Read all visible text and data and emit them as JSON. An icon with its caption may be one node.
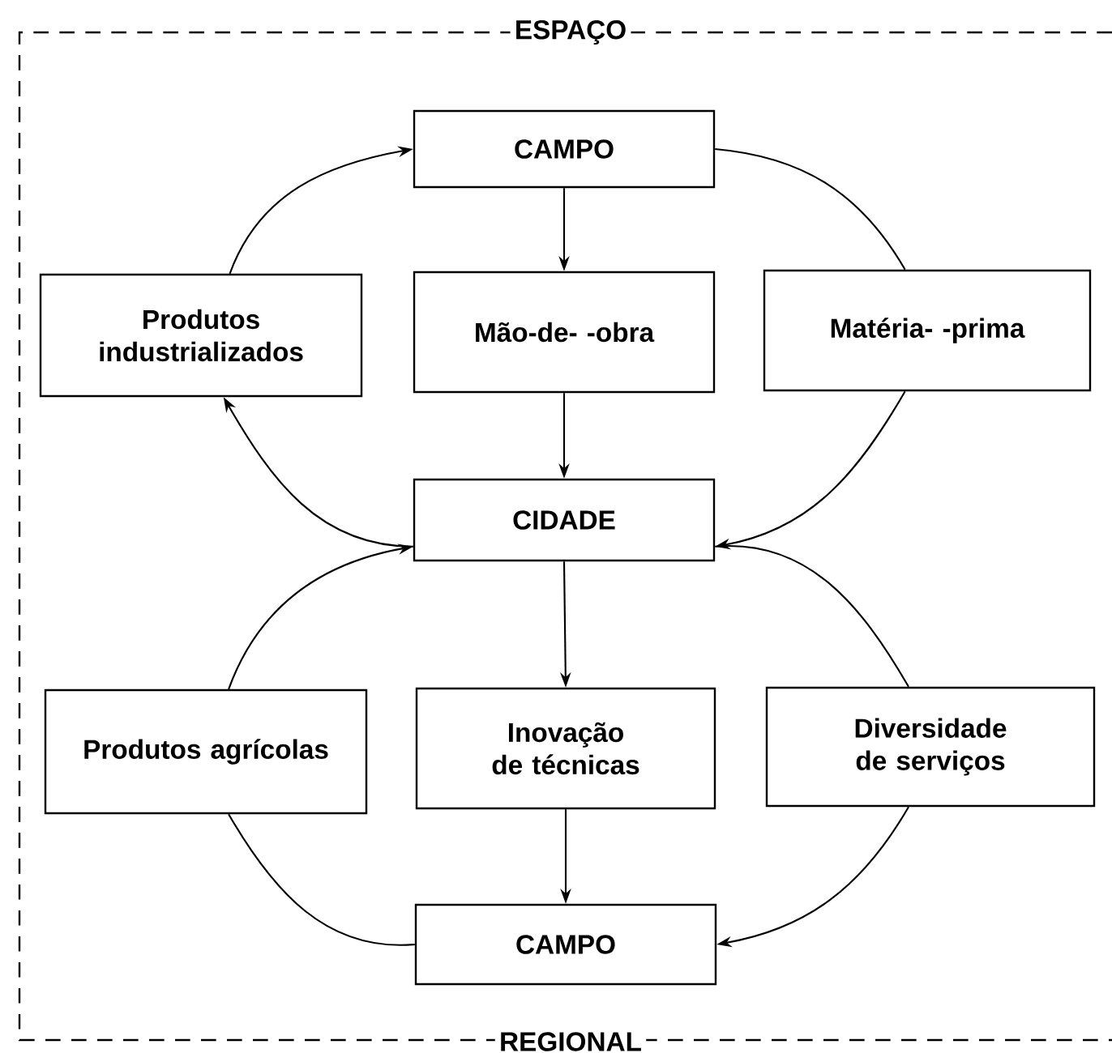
{
  "diagram": {
    "nodes": [
      {
        "text": [
          "CAMPO"
        ]
      },
      {
        "text": [
          "Produtos industrializados"
        ]
      },
      {
        "text": [
          "Mão-de- -obra"
        ]
      },
      {
        "text": [
          "Matéria- -prima"
        ]
      },
      {
        "text": [
          "CIDADE"
        ]
      },
      {
        "text": [
          "Produtos agrícolas"
        ]
      },
      {
        "text": [
          "Inovação de técnicas"
        ]
      },
      {
        "text": [
          "Diversidade de serviços"
        ]
      },
      {
        "text": [
          "CAMPO"
        ]
      }
    ],
    "edges": [
      {
        "from": 0,
        "to": 2,
        "arrow": "to"
      },
      {
        "from": 2,
        "to": 4,
        "arrow": "to"
      },
      {
        "from": 4,
        "to": 1,
        "arrow": "to"
      },
      {
        "from": 1,
        "to": 0,
        "arrow": "to"
      },
      {
        "from": 0,
        "to": 3,
        "arrow": "none"
      },
      {
        "from": 3,
        "to": 4,
        "arrow": "to"
      },
      {
        "from": 4,
        "to": 6,
        "arrow": "to"
      },
      {
        "from": 6,
        "to": 8,
        "arrow": "to"
      },
      {
        "from": 4,
        "to": 7,
        "arrow": "none"
      },
      {
        "from": 7,
        "to": 8,
        "arrow": "to"
      },
      {
        "from": 8,
        "to": 5,
        "arrow": "none"
      },
      {
        "from": 5,
        "to": 4,
        "arrow": "to"
      }
    ],
    "labels": [
      "ESPAÇO",
      "REGIONAL"
    ]
  }
}
